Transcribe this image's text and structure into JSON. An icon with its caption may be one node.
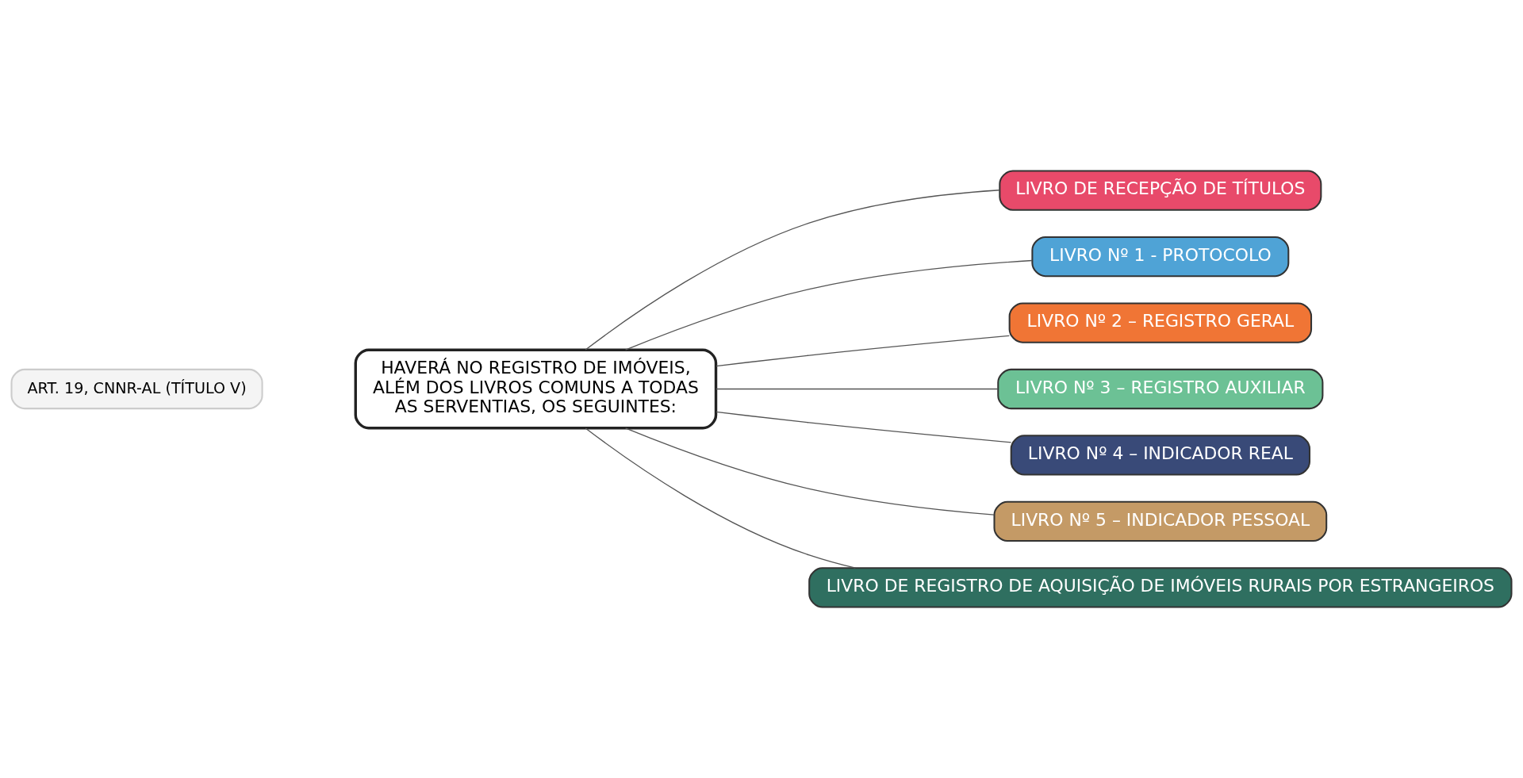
{
  "diagram": {
    "nodes": [
      {
        "text": [
          "HAVERÁ NO REGISTRO DE IMÓVEIS, ALÉM DOS LIVROS COMUNS A TODAS AS SERVENTIAS, OS SEGUINTES:"
        ]
      },
      {
        "text": [
          "LIVRO DE RECEPÇÃO DE TÍTULOS"
        ]
      },
      {
        "text": [
          "LIVRO Nº 1 - PROTOCOLO"
        ]
      },
      {
        "text": [
          "LIVRO Nº 2 – REGISTRO GERAL"
        ]
      },
      {
        "text": [
          "LIVRO Nº 3 – REGISTRO AUXILIAR"
        ]
      },
      {
        "text": [
          "LIVRO Nº 4 – INDICADOR REAL"
        ]
      },
      {
        "text": [
          "LIVRO Nº 5 – INDICADOR PESSOAL"
        ]
      },
      {
        "text": [
          "LIVRO DE REGISTRO DE AQUISIÇÃO DE IMÓVEIS RURAIS POR ESTRANGEIROS"
        ]
      }
    ],
    "edges": [
      {
        "from": 0,
        "to": 1,
        "arrow": "none"
      },
      {
        "from": 0,
        "to": 2,
        "arrow": "none"
      },
      {
        "from": 0,
        "to": 3,
        "arrow": "none"
      },
      {
        "from": 0,
        "to": 4,
        "arrow": "none"
      },
      {
        "from": 0,
        "to": 5,
        "arrow": "none"
      },
      {
        "from": 0,
        "to": 6,
        "arrow": "none"
      },
      {
        "from": 0,
        "to": 7,
        "arrow": "none"
      }
    ],
    "labels": [
      "ART. 19, CNNR-AL (TÍTULO V)"
    ]
  }
}
